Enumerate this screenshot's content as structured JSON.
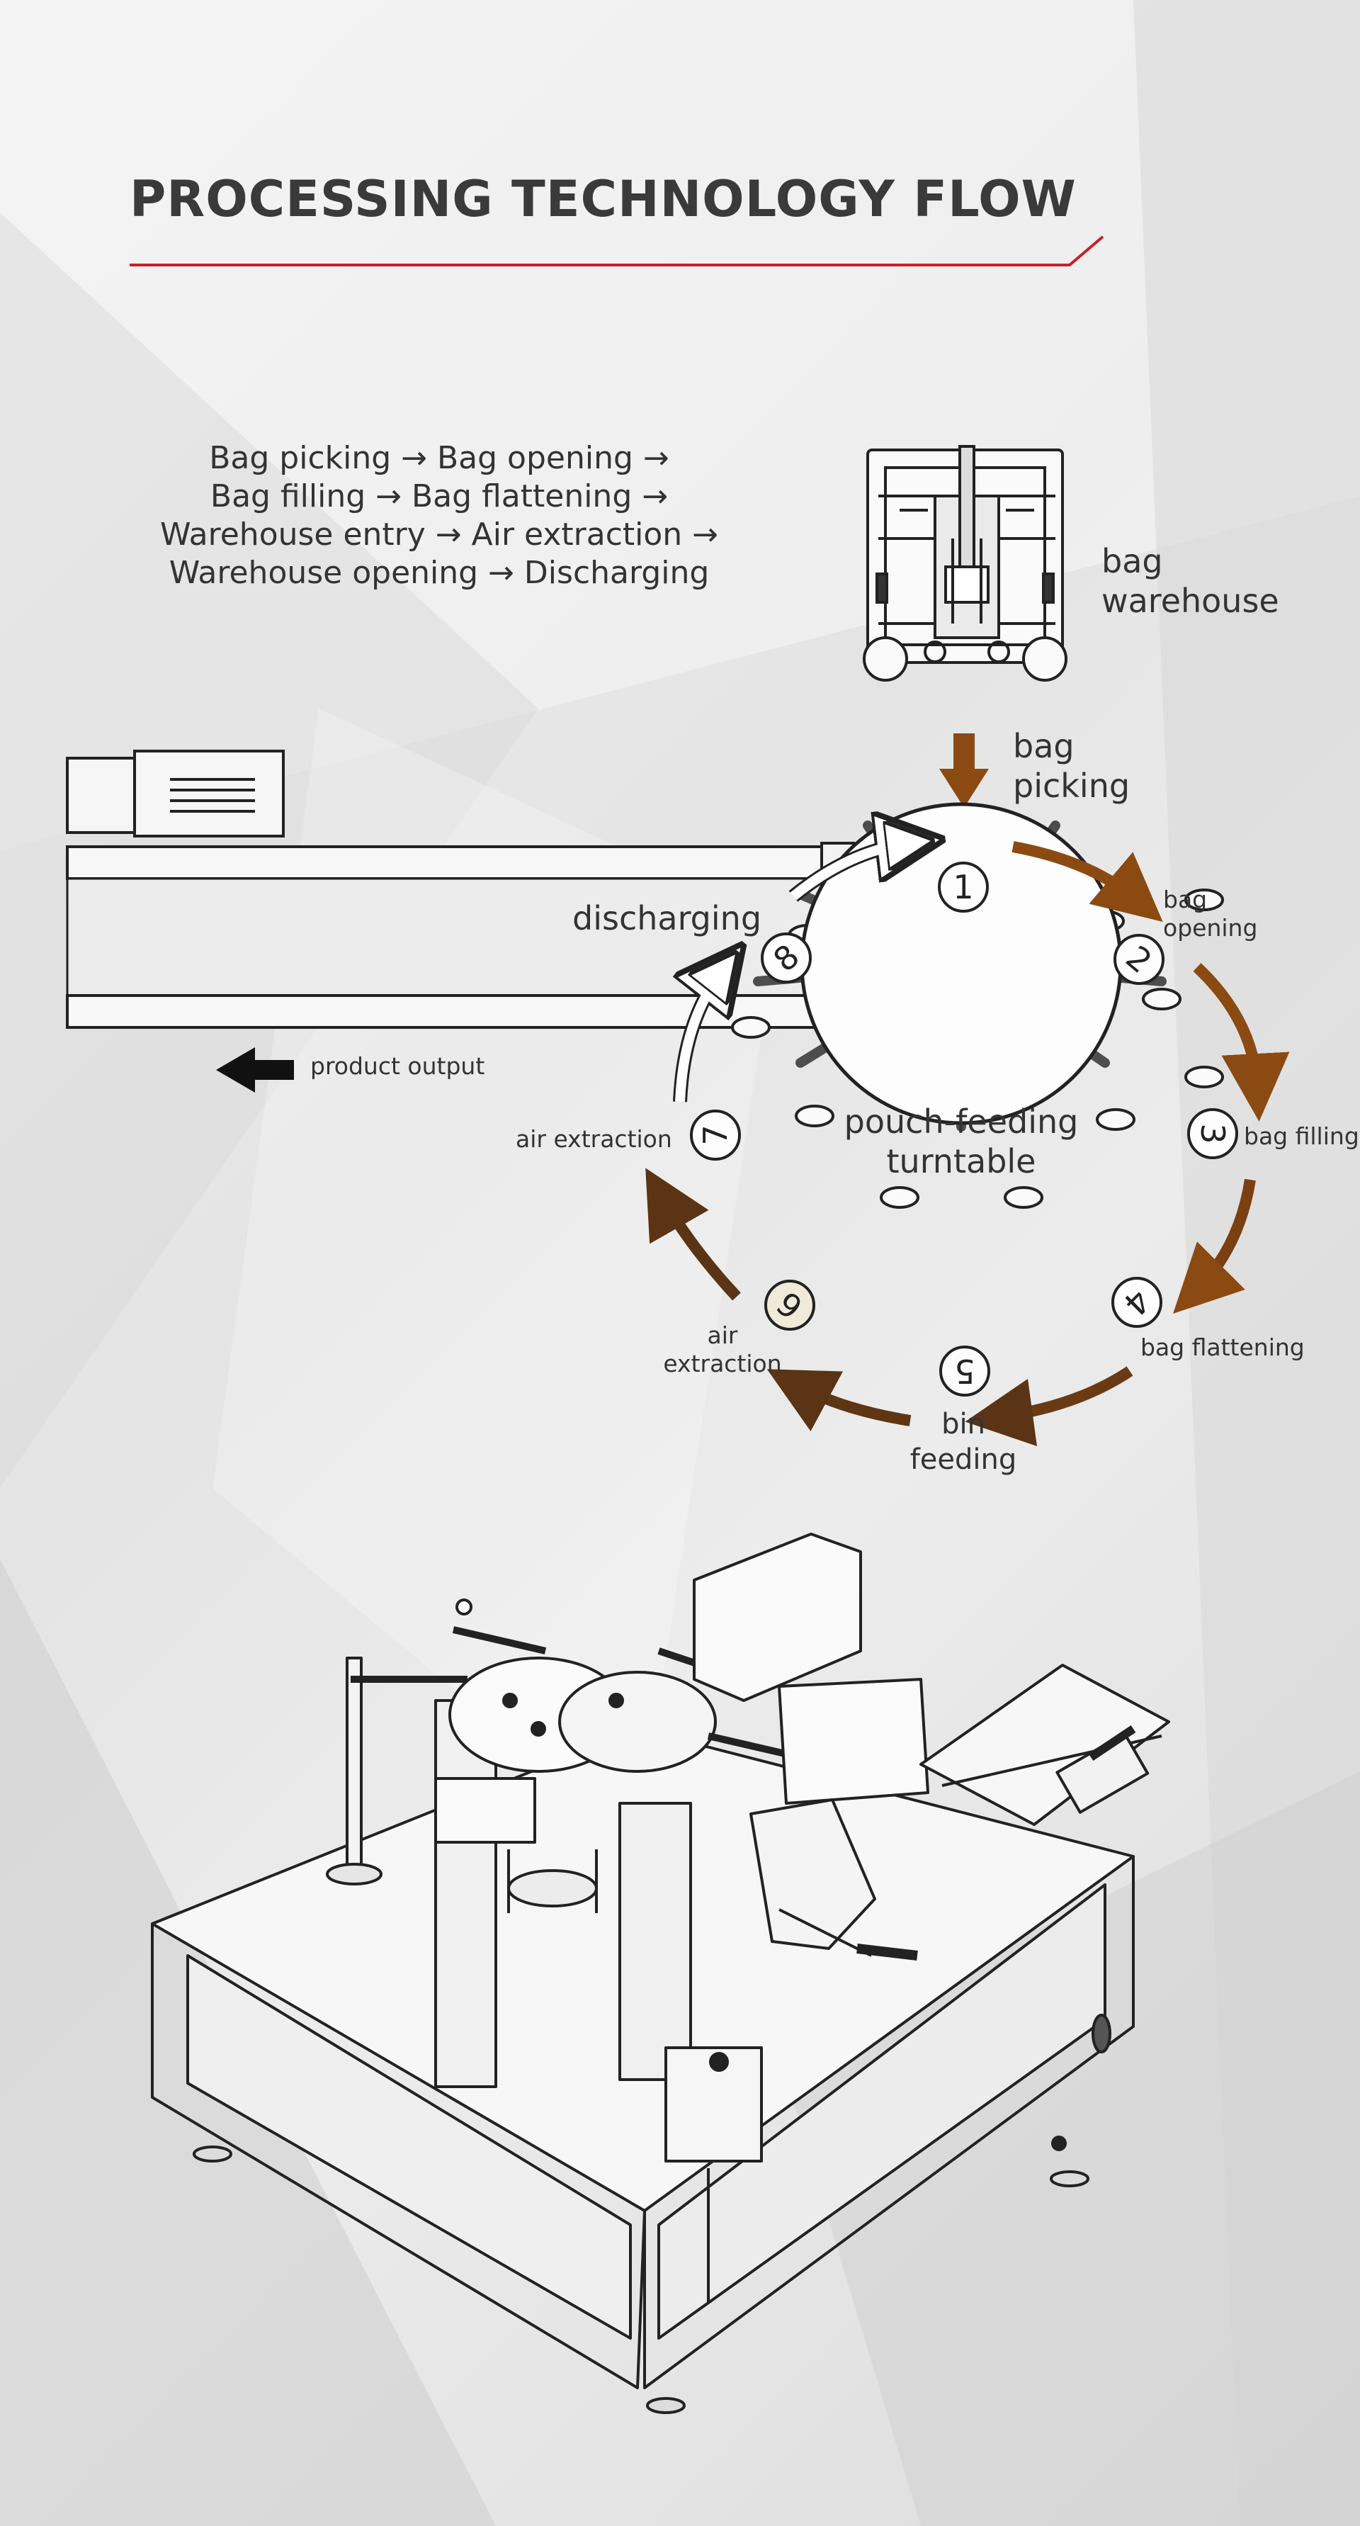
{
  "title": "PROCESSING TECHNOLOGY FLOW",
  "steps_text": [
    "Bag picking → Bag opening →",
    "Bag filling → Bag flattening →",
    "Warehouse entry → Air extraction →",
    "Warehouse opening → Discharging"
  ],
  "labels": {
    "bag_warehouse": [
      "bag",
      "warehouse"
    ],
    "bag_picking": [
      "bag",
      "picking"
    ],
    "bag_opening": [
      "bag",
      "opening"
    ],
    "bag_filling": "bag filling",
    "bag_flattening": "bag flattening",
    "bin_feeding": [
      "bin",
      "feeding"
    ],
    "air_extraction_6": [
      "air",
      "extraction"
    ],
    "air_extraction_7": "air extraction",
    "discharging": "discharging",
    "product_output": "product output",
    "turntable": [
      "pouch-feeding",
      "turntable"
    ]
  },
  "stations": [
    "1",
    "2",
    "3",
    "4",
    "5",
    "6",
    "7",
    "8"
  ],
  "colors": {
    "accent_red": "#c8202a",
    "arrow_brown": "#8b4a12",
    "arrow_dark_brown": "#5a3414",
    "line": "#222222"
  }
}
